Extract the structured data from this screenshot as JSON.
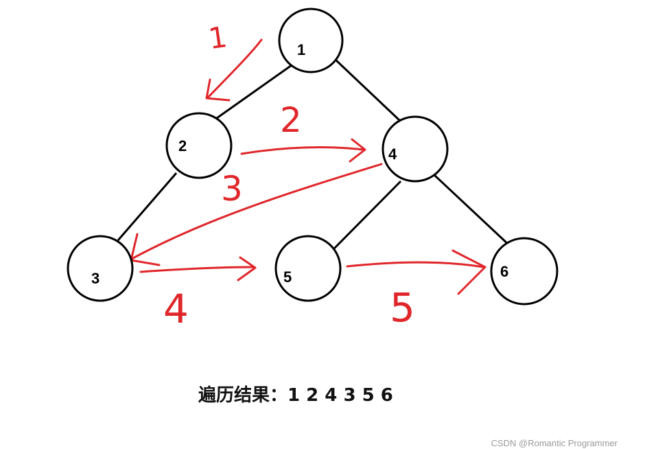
{
  "nodes": [
    {
      "id": "1",
      "label": "1"
    },
    {
      "id": "2",
      "label": "2"
    },
    {
      "id": "3",
      "label": "3"
    },
    {
      "id": "4",
      "label": "4"
    },
    {
      "id": "5",
      "label": "5"
    },
    {
      "id": "6",
      "label": "6"
    }
  ],
  "tree_edges": [
    [
      "1",
      "2"
    ],
    [
      "1",
      "4"
    ],
    [
      "2",
      "3"
    ],
    [
      "4",
      "5"
    ],
    [
      "4",
      "6"
    ]
  ],
  "traversal_steps": [
    {
      "label": "1",
      "from": "1",
      "to": "2"
    },
    {
      "label": "2",
      "from": "2",
      "to": "4"
    },
    {
      "label": "3",
      "from": "4",
      "to": "3"
    },
    {
      "label": "4",
      "from": "3",
      "to": "5"
    },
    {
      "label": "5",
      "from": "5",
      "to": "6"
    }
  ],
  "result": {
    "label": "遍历结果：",
    "sequence": "1 2 4 3 5 6"
  },
  "watermark": "CSDN @Romantic Programmer",
  "colors": {
    "annotation": "#e0262b",
    "stroke": "#000000"
  }
}
